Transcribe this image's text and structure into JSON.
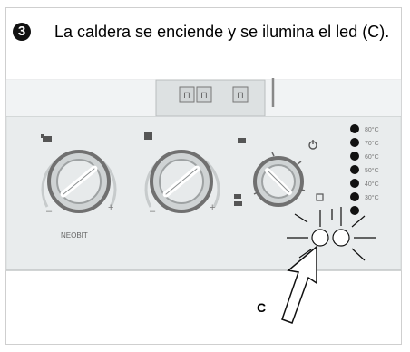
{
  "step": {
    "number": "3"
  },
  "instruction": {
    "text": "La caldera se enciende y  se ilumina el led (C)."
  },
  "panel": {
    "brand_label": "NEOBIT",
    "knob_1": {
      "minus": "–",
      "plus": "+"
    },
    "knob_2": {
      "minus": "–",
      "plus": "+"
    },
    "leds": [
      "80°C",
      "70°C",
      "60°C",
      "50°C",
      "40°C",
      "30°C"
    ]
  },
  "callout": {
    "label": "C"
  }
}
